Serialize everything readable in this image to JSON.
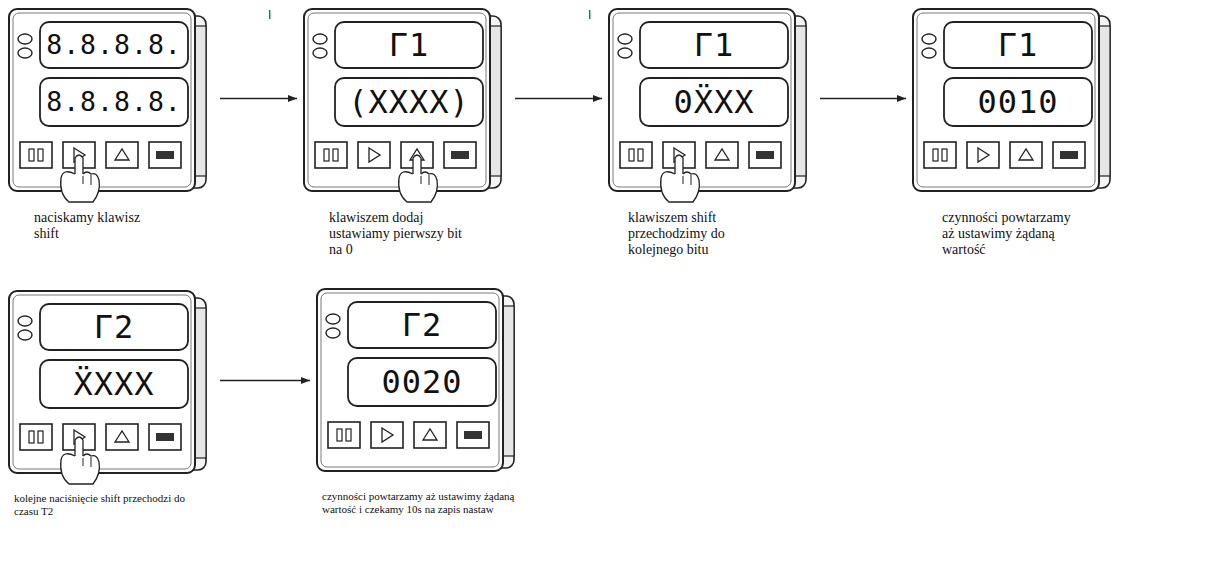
{
  "diagram": {
    "nodes": [
      {
        "text": [
          "8.8.8.8.",
          "8.8.8.8.",
          "naciskamy klawisz shift"
        ]
      },
      {
        "text": [
          "Г1",
          "(XXXX)",
          "klawiszem dodaj ustawiamy pierwszy bit na 0"
        ]
      },
      {
        "text": [
          "Г1",
          "0ẌXX",
          "klawiszem shift przechodzimy do kolejnego bitu"
        ]
      },
      {
        "text": [
          "Г1",
          "0010",
          "czynności powtarzamy aż ustawimy żądaną wartość"
        ]
      },
      {
        "text": [
          "Г2",
          "ẌXXX",
          "kolejne naciśnięcie shift przechodzi do czasu T2"
        ]
      },
      {
        "text": [
          "Г2",
          "0020",
          "czynności powtarzamy aż ustawimy żądaną wartość i czekamy 10s na zapis nastaw"
        ]
      }
    ],
    "edges": [
      {
        "from": 0,
        "to": 1,
        "arrow": "to"
      },
      {
        "from": 1,
        "to": 2,
        "arrow": "to"
      },
      {
        "from": 2,
        "to": 3,
        "arrow": "to"
      },
      {
        "from": 4,
        "to": 5,
        "arrow": "to"
      }
    ],
    "labels": [
      "I",
      "I"
    ]
  }
}
